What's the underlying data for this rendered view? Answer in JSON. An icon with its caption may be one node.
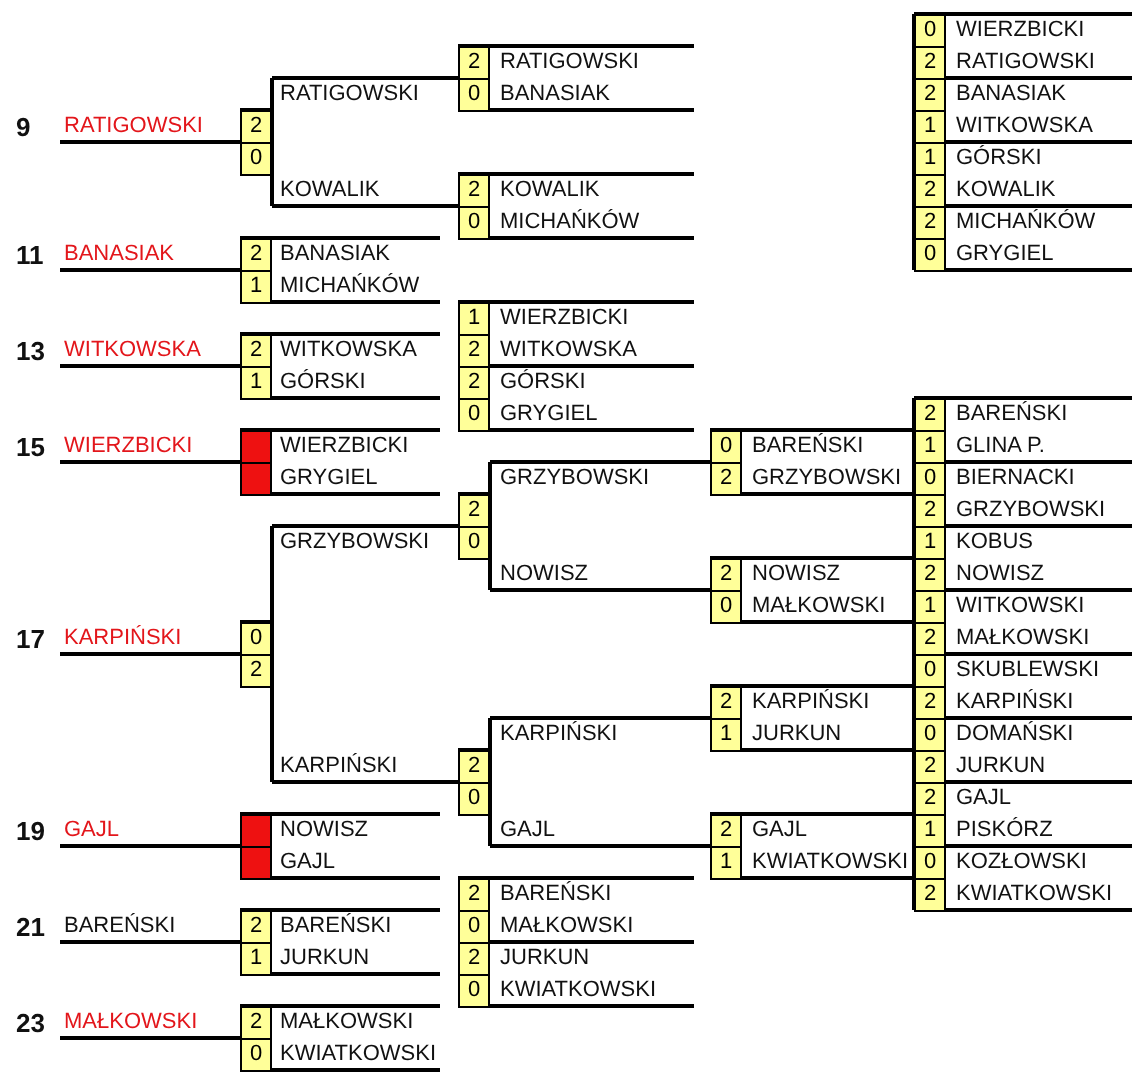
{
  "diagram": {
    "labels": [
      "0",
      "WIERZBICKI",
      "2",
      "RATIGOWSKI",
      "2",
      "RATIGOWSKI",
      "RATIGOWSKI",
      "0",
      "BANASIAK",
      "2",
      "BANASIAK",
      "9",
      "RATIGOWSKI",
      "2",
      "1",
      "WITKOWSKA",
      "0",
      "1",
      "GÓRSKI",
      "KOWALIK",
      "2",
      "KOWALIK",
      "2",
      "KOWALIK",
      "0",
      "MICHAŃKÓW",
      "2",
      "MICHAŃKÓW",
      "11",
      "BANASIAK",
      "2",
      "BANASIAK",
      "0",
      "GRYGIEL",
      "1",
      "MICHAŃKÓW",
      "1",
      "WIERZBICKI",
      "13",
      "WITKOWSKA",
      "2",
      "WITKOWSKA",
      "2",
      "WITKOWSKA",
      "1",
      "GÓRSKI",
      "2",
      "GÓRSKI",
      "0",
      "GRYGIEL",
      "2",
      "BAREŃSKI",
      "15",
      "WIERZBICKI",
      "WIERZBICKI",
      "0",
      "BAREŃSKI",
      "1",
      "GLINA P.",
      "GRYGIEL",
      "GRZYBOWSKI",
      "2",
      "GRZYBOWSKI",
      "0",
      "BIERNACKI",
      "2",
      "2",
      "GRZYBOWSKI",
      "GRZYBOWSKI",
      "0",
      "1",
      "KOBUS",
      "NOWISZ",
      "2",
      "NOWISZ",
      "2",
      "NOWISZ",
      "0",
      "MAŁKOWSKI",
      "1",
      "WITKOWSKI",
      "17",
      "KARPIŃSKI",
      "0",
      "2",
      "MAŁKOWSKI",
      "2",
      "0",
      "SKUBLEWSKI",
      "2",
      "KARPIŃSKI",
      "2",
      "KARPIŃSKI",
      "KARPIŃSKI",
      "1",
      "JURKUN",
      "0",
      "DOMAŃSKI",
      "KARPIŃSKI",
      "2",
      "2",
      "JURKUN",
      "0",
      "2",
      "GAJL",
      "19",
      "GAJL",
      "NOWISZ",
      "GAJL",
      "2",
      "GAJL",
      "1",
      "PISKÓRZ",
      "GAJL",
      "1",
      "KWIATKOWSKI",
      "0",
      "KOZŁOWSKI",
      "2",
      "BAREŃSKI",
      "2",
      "KWIATKOWSKI",
      "21",
      "BAREŃSKI",
      "2",
      "BAREŃSKI",
      "0",
      "MAŁKOWSKI",
      "1",
      "JURKUN",
      "2",
      "JURKUN",
      "0",
      "KWIATKOWSKI",
      "23",
      "MAŁKOWSKI",
      "2",
      "MAŁKOWSKI",
      "0",
      "KWIATKOWSKI"
    ]
  }
}
